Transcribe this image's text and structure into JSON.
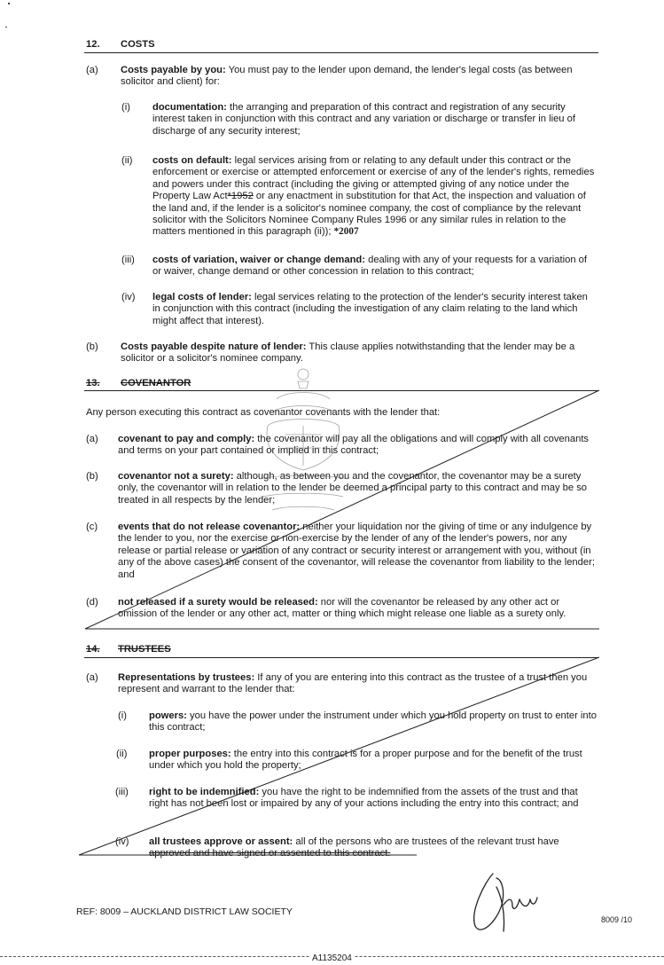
{
  "section12": {
    "number": "12.",
    "title": "COSTS",
    "a": {
      "label": "(a)",
      "heading": "Costs payable by you:",
      "text": " You must pay to the lender upon demand, the lender's legal costs (as between solicitor and client) for:",
      "items": [
        {
          "label": "(i)",
          "heading": "documentation:",
          "text": " the arranging and preparation of this contract and registration of any security interest taken in conjunction with this contract and any variation or discharge or transfer in lieu of discharge of any security interest;"
        },
        {
          "label": "(ii)",
          "heading": "costs on default:",
          "text_part1": " legal services arising from or relating to any default under this contract or the enforcement or exercise or attempted enforcement or exercise of any of the lender's rights, remedies and powers under this contract (including the giving or attempted giving of any notice under the Property Law Act",
          "struck": "*1952",
          "text_part2": " or any enactment in substitution for that Act, the inspection and valuation of the land and, if the lender is a solicitor's nominee company, the cost of compliance by the relevant solicitor with the Solicitors Nominee Company Rules 1996 or any similar rules in relation to the matters mentioned in this paragraph (ii));",
          "annotation": "*2007"
        },
        {
          "label": "(iii)",
          "heading": "costs of variation, waiver or change demand:",
          "text": " dealing with any of your requests for a variation of or waiver, change demand or other concession in relation to this contract;"
        },
        {
          "label": "(iv)",
          "heading": "legal costs of lender:",
          "text": " legal services relating to the protection of the lender's security interest taken in conjunction with this contract (including the investigation of any claim relating to the land which might affect that interest)."
        }
      ]
    },
    "b": {
      "label": "(b)",
      "heading": "Costs payable despite nature of lender:",
      "text": " This clause applies notwithstanding that the lender may be a solicitor or a solicitor's nominee company."
    }
  },
  "section13": {
    "number": "13.",
    "title": "COVENANTOR",
    "intro": "Any person executing this contract as covenantor covenants with the lender that:",
    "items": [
      {
        "label": "(a)",
        "heading": "covenant to pay and comply:",
        "text": " the covenantor will pay all the obligations and will comply with all covenants and terms on your part contained or implied in this contract;"
      },
      {
        "label": "(b)",
        "heading": "covenantor not a surety:",
        "text": " although, as between you and the covenantor, the covenantor may be a surety only, the covenantor will in relation to the lender be deemed a principal party to this contract and may be so treated in all respects by the lender;"
      },
      {
        "label": "(c)",
        "heading": "events that do not release covenantor:",
        "text": " neither your liquidation nor the giving of time or any indulgence by the lender to you, nor the exercise or non-exercise by the lender of any of the lender's powers, nor any release or partial release or variation of any contract or security interest or arrangement with you, without (in any of the above cases) the consent of the covenantor, will release the covenantor from liability to the lender; and"
      },
      {
        "label": "(d)",
        "heading": "not released if a surety would be released:",
        "text": " nor will the covenantor be released by any other act or omission of the lender or any other act, matter or thing which might release one liable as a surety only."
      }
    ]
  },
  "section14": {
    "number": "14.",
    "title": "TRUSTEES",
    "a": {
      "label": "(a)",
      "heading": "Representations by trustees:",
      "text": " If any of you are entering into this contract as the trustee of a trust then you represent and warrant to the lender that:",
      "items": [
        {
          "label": "(i)",
          "heading": "powers:",
          "text": " you have the power under the instrument under which you hold property on trust to enter into this contract;"
        },
        {
          "label": "(ii)",
          "heading": "proper purposes:",
          "text": " the entry into this contract is for a proper purpose and for the benefit of the trust under which you hold the property;"
        },
        {
          "label": "(iii)",
          "heading": "right to be indemnified:",
          "text": " you have the right to be indemnified from the assets of the trust and that right has not been lost or impaired by any of your actions including the entry into this contract; and"
        },
        {
          "label": "(iv)",
          "heading": "all trustees approve or assent:",
          "text_line1": " all of the persons who are trustees of the relevant trust have",
          "text_line2": "approved and have signed or assented to this contract."
        }
      ]
    }
  },
  "footer": {
    "ref": "REF: 8009 – AUCKLAND DISTRICT LAW SOCIETY",
    "code": "8009 /10",
    "doc_number": "A1135204"
  },
  "colors": {
    "ink": "#1a1a1a",
    "seal": "#6a6a6a"
  },
  "icons": {
    "seal": "ornate-seal-stamp",
    "signature": "handwritten-initials"
  }
}
